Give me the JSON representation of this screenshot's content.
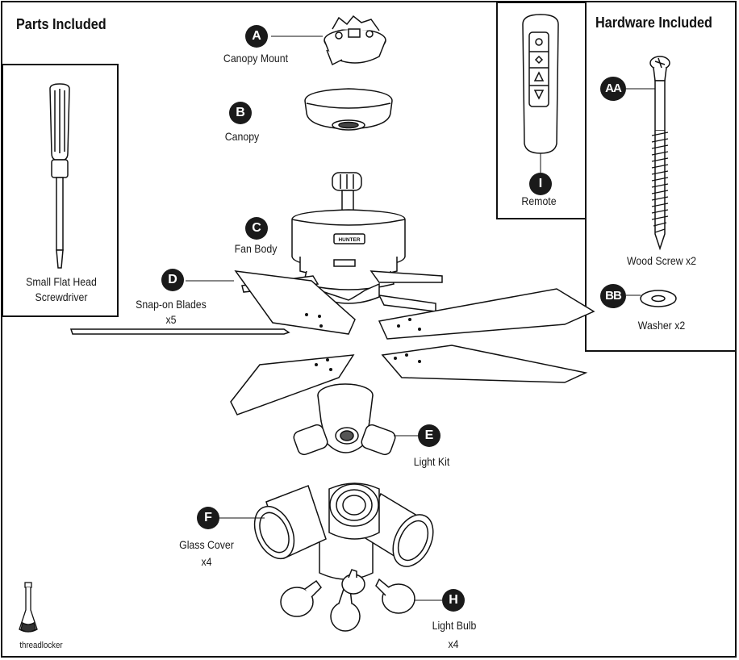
{
  "sections": {
    "parts_title": "Parts Included",
    "hardware_title": "Hardware Included"
  },
  "parts": [
    {
      "letter": "A",
      "label": "Canopy Mount"
    },
    {
      "letter": "B",
      "label": "Canopy"
    },
    {
      "letter": "C",
      "label": "Fan Body"
    },
    {
      "letter": "D",
      "label": "Snap-on Blades",
      "qty": "x5"
    },
    {
      "letter": "E",
      "label": "Light Kit"
    },
    {
      "letter": "F",
      "label": "Glass Cover",
      "qty": "x4"
    },
    {
      "letter": "H",
      "label": "Light Bulb",
      "qty": "x4"
    },
    {
      "letter": "I",
      "label": "Remote"
    }
  ],
  "hardware": [
    {
      "letter": "AA",
      "label": "Wood Screw x2"
    },
    {
      "letter": "BB",
      "label": "Washer x2"
    }
  ],
  "extras": {
    "screwdriver_line1": "Small Flat Head",
    "screwdriver_line2": "Screwdriver",
    "threadlocker": "threadlocker",
    "brand_plate": "HUNTER"
  }
}
